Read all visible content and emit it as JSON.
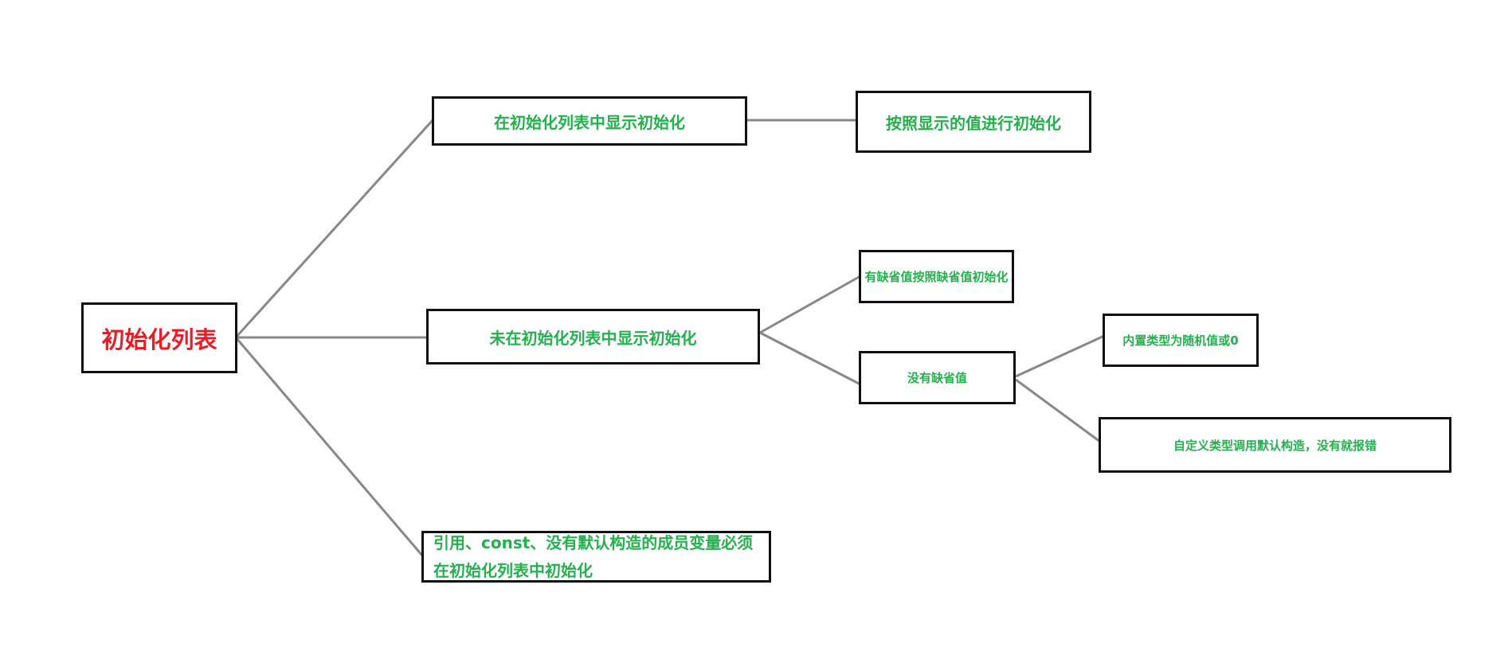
{
  "colors": {
    "root_text": "#ed1c24",
    "node_text": "#22b14c",
    "border": "#111111",
    "connector": "#888888"
  },
  "mindmap": {
    "root": "初始化列表",
    "branch_explicit": "在初始化列表中显示初始化",
    "explicit_result": "按照显示的值进行初始化",
    "branch_not_explicit": "未在初始化列表中显示初始化",
    "has_default": "有缺省值按照缺省值初始化",
    "no_default": "没有缺省值",
    "builtin_type": "内置类型为随机值或0",
    "custom_type": "自定义类型调用默认构造，没有就报错",
    "must_init_line1": "引用、const、没有默认构造的成员变量必须",
    "must_init_line2": "在初始化列表中初始化"
  }
}
